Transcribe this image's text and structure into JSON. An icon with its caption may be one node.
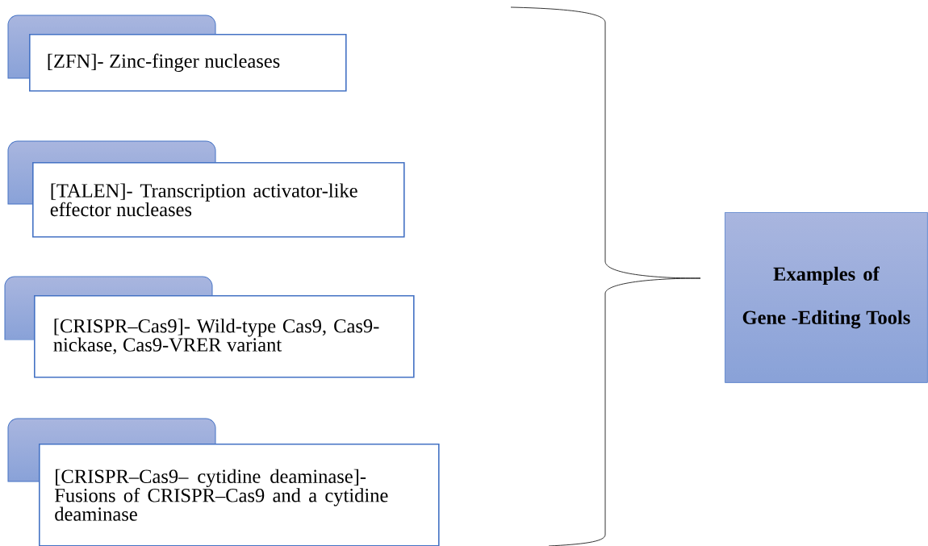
{
  "diagram": {
    "nodes": [
      {
        "text": [
          "[ZFN]- Zinc-finger nucleases"
        ]
      },
      {
        "text": [
          "[TALEN]- Transcription activator-like effector nucleases"
        ]
      },
      {
        "text": [
          "[CRISPR–Cas9]- Wild-type Cas9, Cas9- nickase, Cas9-VRER variant"
        ]
      },
      {
        "text": [
          "[CRISPR–Cas9– cytidine deaminase]- Fusions of CRISPR–Cas9 and a cytidine deaminase"
        ]
      },
      {
        "text": [
          "Examples of",
          "Gene -Editing Tools"
        ]
      }
    ]
  }
}
